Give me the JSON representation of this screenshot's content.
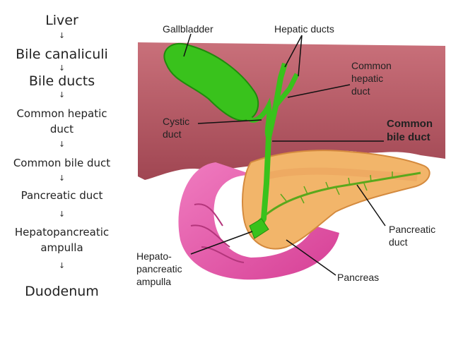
{
  "flow": {
    "steps": [
      "Liver",
      "Bile canaliculi",
      "Bile ducts",
      "Common hepatic duct",
      "Common bile duct",
      "Pancreatic duct",
      "Hepatopancreatic ampulla",
      "Duodenum"
    ],
    "arrow": "↓"
  },
  "labels": {
    "gallbladder": "Gallbladder",
    "hepatic_ducts": "Hepatic ducts",
    "common_hepatic_duct": [
      "Common",
      "hepatic",
      "duct"
    ],
    "cystic_duct": [
      "Cystic",
      "duct"
    ],
    "common_bile_duct": [
      "Common",
      "bile duct"
    ],
    "pancreatic_duct": [
      "Pancreatic",
      "duct"
    ],
    "hepatopancreatic_ampulla": [
      "Hepato-",
      "pancreatic",
      "ampulla"
    ],
    "pancreas": "Pancreas"
  },
  "colors": {
    "liver": "#b85a64",
    "gallbladder": "#39c21c",
    "duodenum": "#e85aa8",
    "pancreas": "#f2b56a"
  }
}
